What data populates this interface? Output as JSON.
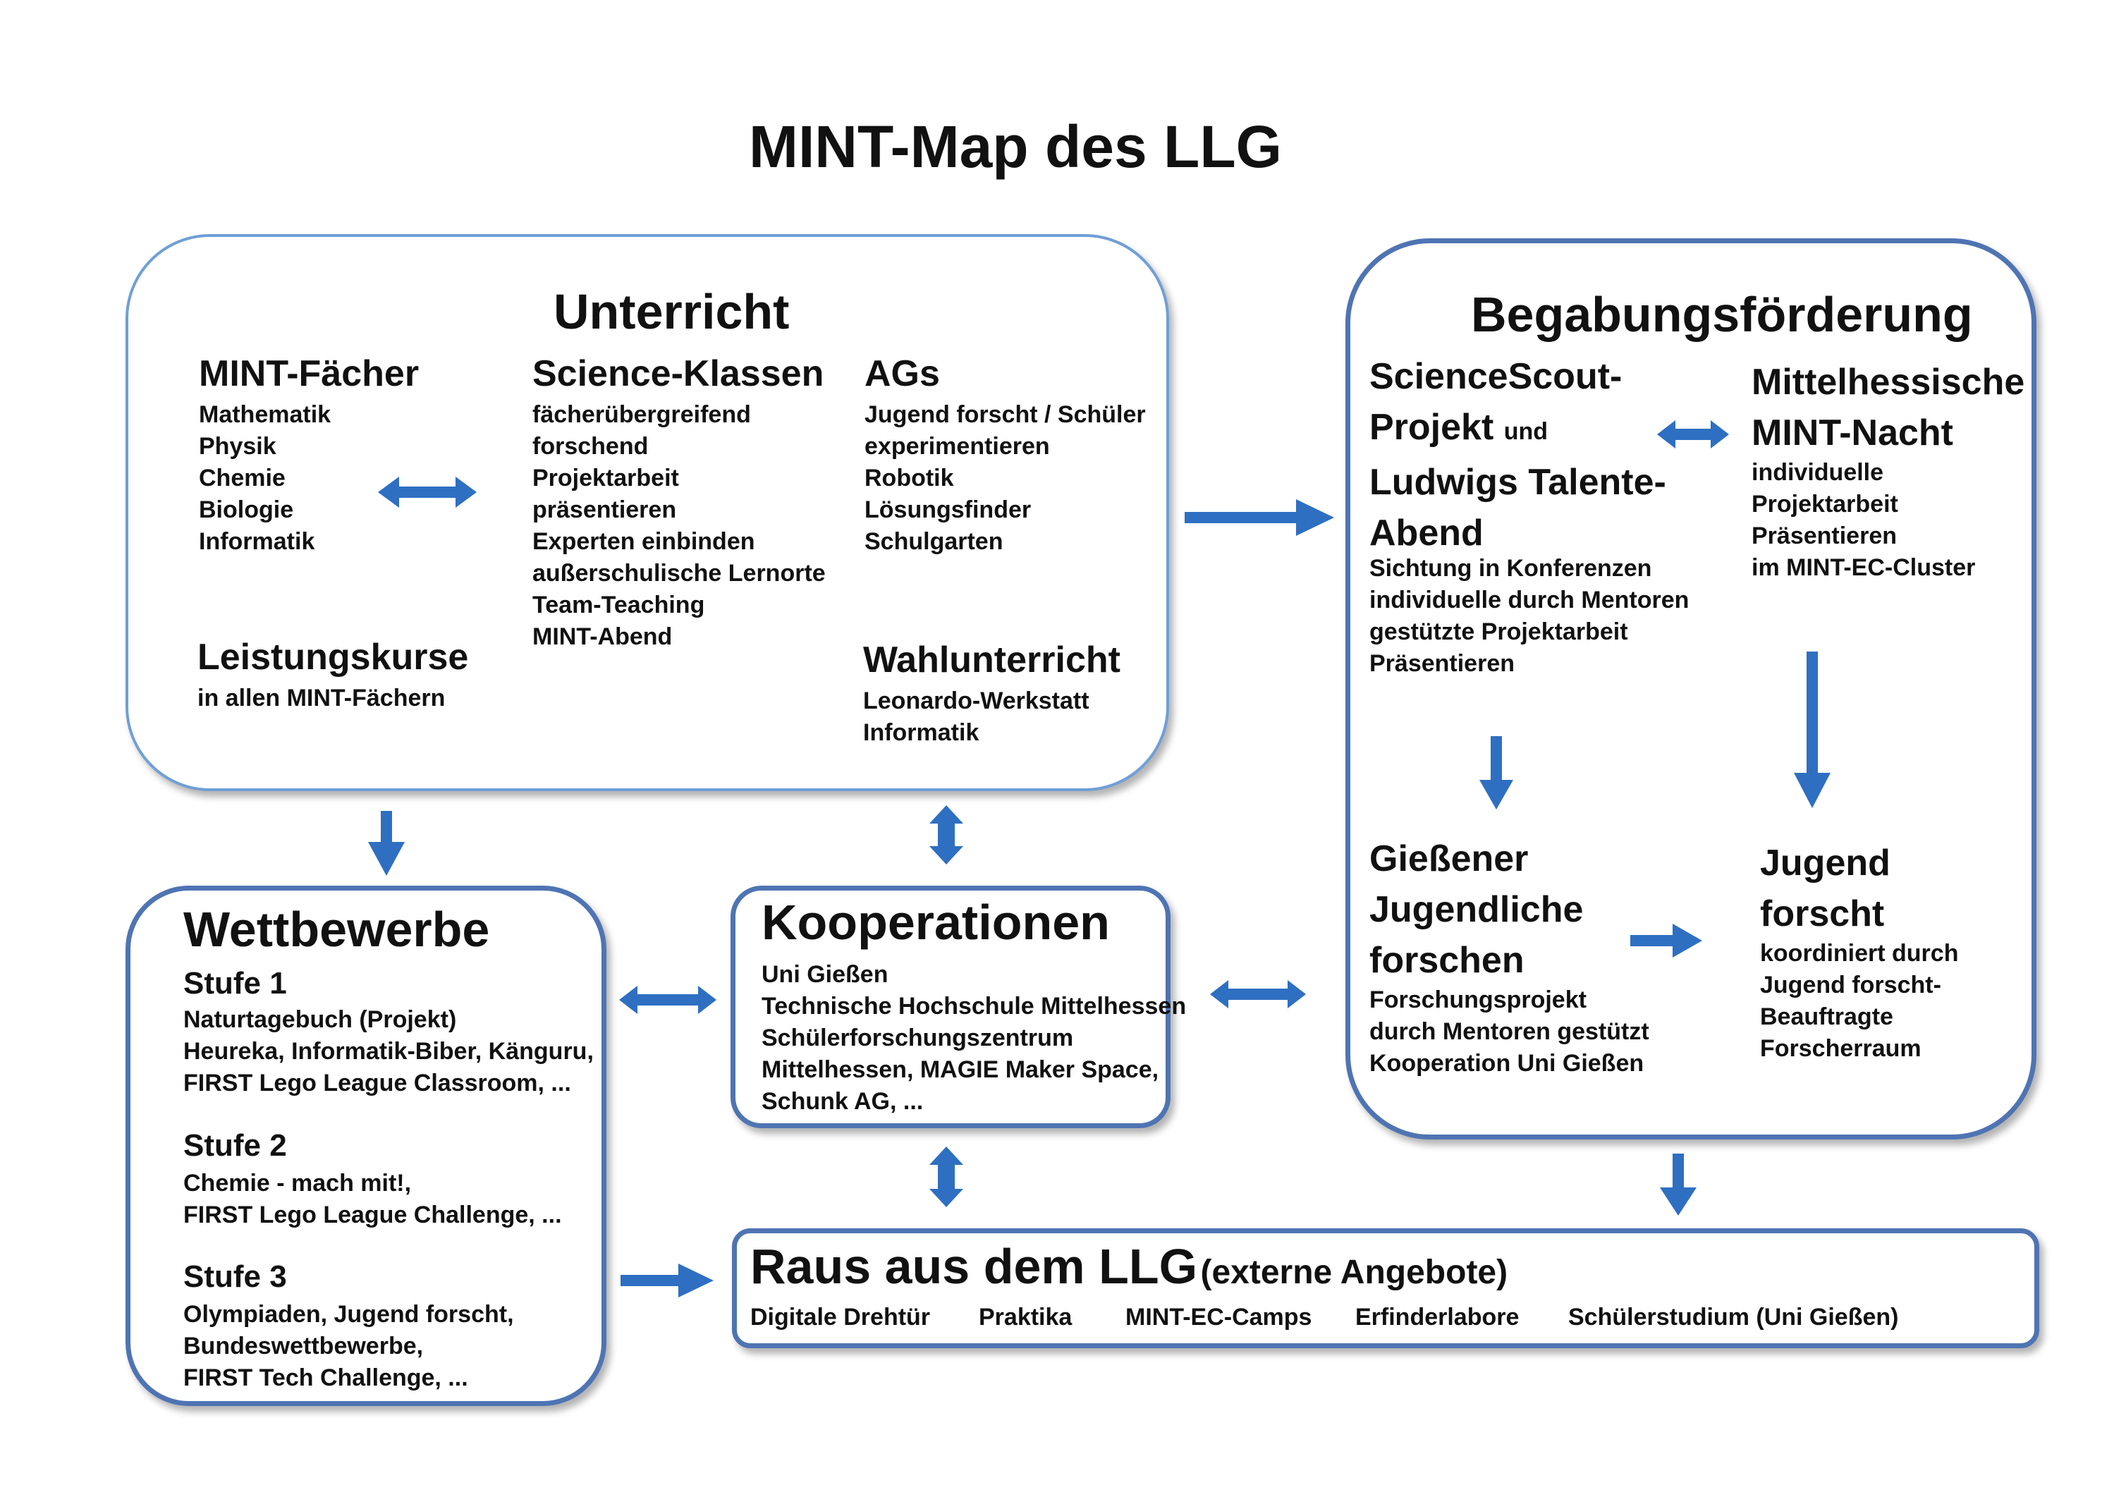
{
  "title": "MINT-Map des LLG",
  "unterricht": {
    "title": "Unterricht",
    "mint_faecher": {
      "heading": "MINT-Fächer",
      "items": [
        "Mathematik",
        "Physik",
        "Chemie",
        "Biologie",
        "Informatik"
      ]
    },
    "science_klassen": {
      "heading": "Science-Klassen",
      "items": [
        "fächerübergreifend",
        "forschend",
        "Projektarbeit",
        "präsentieren",
        "Experten einbinden",
        "außerschulische Lernorte",
        "Team-Teaching",
        "MINT-Abend"
      ]
    },
    "ags": {
      "heading": "AGs",
      "items": [
        "Jugend forscht / Schüler",
        "experimentieren",
        "Robotik",
        "Lösungsfinder",
        "Schulgarten"
      ]
    },
    "leistungskurse": {
      "heading": "Leistungskurse",
      "items": [
        "in allen MINT-Fächern"
      ]
    },
    "wahlunterricht": {
      "heading": "Wahlunterricht",
      "items": [
        "Leonardo-Werkstatt",
        "Informatik"
      ]
    }
  },
  "begabung": {
    "title": "Begabungsförderung",
    "sciencescout": {
      "heading_lines": [
        "ScienceScout-",
        "Projekt",
        "Ludwigs Talente-",
        "Abend"
      ],
      "und": "und",
      "items": [
        "Sichtung in Konferenzen",
        "individuelle durch Mentoren",
        "gestützte Projektarbeit",
        "Präsentieren"
      ]
    },
    "mint_nacht": {
      "heading_lines": [
        "Mittelhessische",
        "MINT-Nacht"
      ],
      "items": [
        "individuelle",
        "Projektarbeit",
        "Präsentieren",
        "im MINT-EC-Cluster"
      ]
    },
    "giessener": {
      "heading_lines": [
        "Gießener",
        "Jugendliche",
        "forschen"
      ],
      "items": [
        "Forschungsprojekt",
        "durch Mentoren gestützt",
        "Kooperation Uni Gießen"
      ]
    },
    "jugend_forscht": {
      "heading_lines": [
        "Jugend",
        "forscht"
      ],
      "items": [
        "koordiniert durch",
        "Jugend forscht-",
        "Beauftragte",
        "Forscherraum"
      ]
    }
  },
  "wettbewerbe": {
    "title": "Wettbewerbe",
    "stufen": [
      {
        "heading": "Stufe 1",
        "items": [
          "Naturtagebuch (Projekt)",
          "Heureka, Informatik-Biber, Känguru,",
          "FIRST Lego League Classroom, ..."
        ]
      },
      {
        "heading": "Stufe 2",
        "items": [
          "Chemie - mach mit!,",
          "FIRST Lego League Challenge, ..."
        ]
      },
      {
        "heading": "Stufe 3",
        "items": [
          "Olympiaden, Jugend forscht,",
          "Bundeswettbewerbe,",
          "FIRST Tech Challenge, ..."
        ]
      }
    ]
  },
  "kooperationen": {
    "title": "Kooperationen",
    "items": [
      "Uni Gießen",
      "Technische Hochschule Mittelhessen",
      "Schülerforschungszentrum",
      "Mittelhessen, MAGIE Maker Space,",
      "Schunk AG, ..."
    ]
  },
  "raus": {
    "title": "Raus aus dem LLG",
    "subtitle": "(externe Angebote)",
    "items": [
      "Digitale Drehtür",
      "Praktika",
      "MINT-EC-Camps",
      "Erfinderlabore",
      "Schülerstudium (Uni Gießen)"
    ]
  },
  "colors": {
    "arrow": "#2e6fc2",
    "box_border": "#4f74b3",
    "box_border_light": "#6f9fd6"
  }
}
